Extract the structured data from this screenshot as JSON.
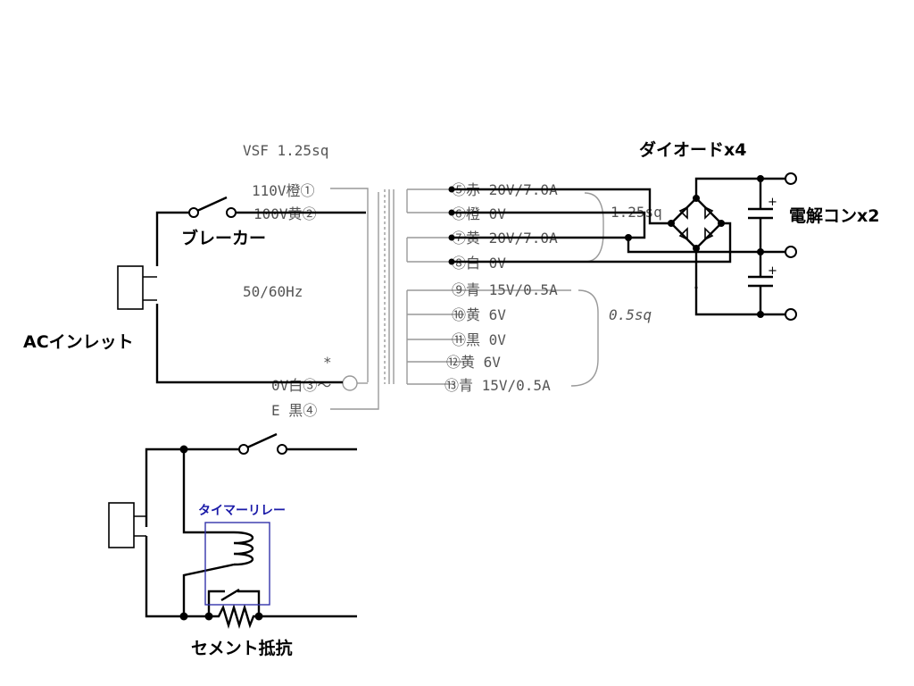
{
  "labels": {
    "wire_spec": "VSF 1.25sq",
    "pin1": "110V橙①",
    "pin2": "100V黄②",
    "freq": "50/60Hz",
    "pin3": "0V白③～",
    "pin4": "E 黒④",
    "sec5": "⑤赤 20V/7.0A",
    "sec6": "⑥橙 0V",
    "sec7": "⑦黄 20V/7.0A",
    "sec8": "⑧白 0V",
    "sec9": "⑨青 15V/0.5A",
    "sec10": "⑩黄 6V",
    "sec11": "⑪黒 0V",
    "sec12": "⑫黄 6V",
    "sec13": "⑬青 15V/0.5A",
    "sec_group1": "1.25sq",
    "sec_group2": "0.5sq",
    "diode": "ダイオードx4",
    "capacitor": "電解コンx2",
    "breaker": "ブレーカー",
    "inlet": "ACインレット",
    "timer_relay": "タイマーリレー",
    "resistor": "セメント抵抗",
    "plus1": "+",
    "plus2": "+"
  },
  "colors": {
    "wire": "#000000",
    "transformer": "#999999",
    "relay_box": "#3333aa",
    "relay_label": "#1a1aa8"
  }
}
